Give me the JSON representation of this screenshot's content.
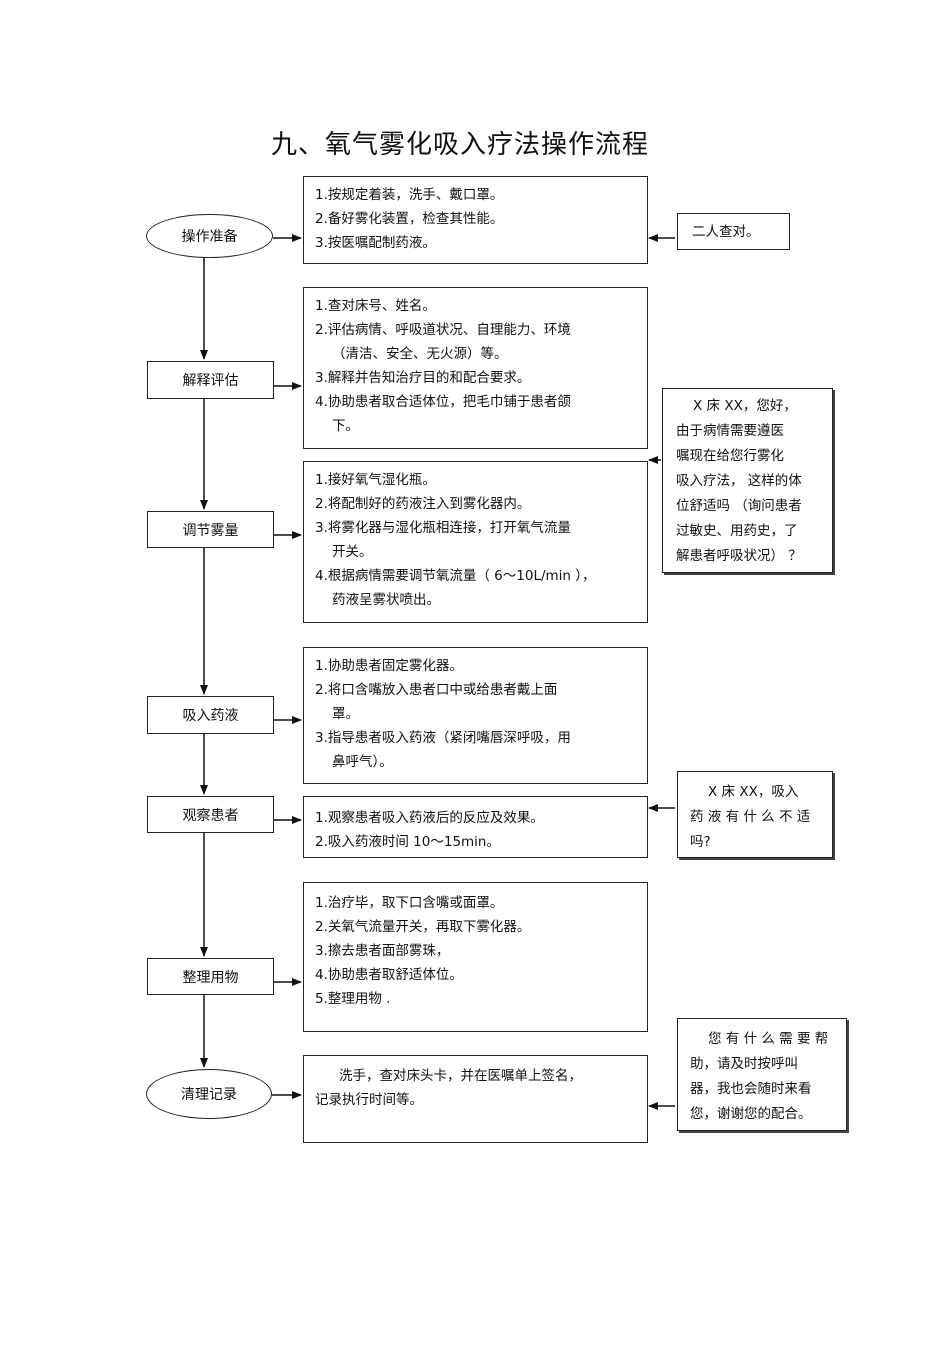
{
  "title": "九、氧气雾化吸入疗法操作流程",
  "steps": [
    {
      "label": "操作准备",
      "lines": [
        "1.按规定着装，洗手、戴口罩。",
        "2.备好雾化装置，检查其性能。",
        "3.按医嘱配制药液。"
      ]
    },
    {
      "label": "解释评估",
      "lines": [
        "1.查对床号、姓名。",
        "2.评估病情、呼吸道状况、自理能力、环境",
        "（清洁、安全、无火源）等。",
        "3.解释并告知治疗目的和配合要求。",
        "4.协助患者取合适体位，把毛巾铺于患者颌",
        "下。"
      ]
    },
    {
      "label": "调节雾量",
      "lines": [
        "1.接好氧气湿化瓶。",
        "2.将配制好的药液注入到雾化器内。",
        "3.将雾化器与湿化瓶相连接，打开氧气流量",
        "开关。",
        "4.根据病情需要调节氧流量（    6～10L/min ），",
        "药液呈雾状喷出。"
      ]
    },
    {
      "label": "吸入药液",
      "lines": [
        "1.协助患者固定雾化器。",
        "2.将口含嘴放入患者口中或给患者戴上面",
        "罩。",
        "3.指导患者吸入药液（紧闭嘴唇深呼吸，用",
        "鼻呼气）。"
      ]
    },
    {
      "label": "观察患者",
      "lines": [
        "1.观察患者吸入药液后的反应及效果。",
        "2.吸入药液时间    10～15min。"
      ]
    },
    {
      "label": "整理用物",
      "lines": [
        "1.治疗毕，取下口含嘴或面罩。",
        "2.关氧气流量开关，再取下雾化器。",
        "3.擦去患者面部雾珠，",
        "4.协助患者取舒适体位。",
        "5.整理用物  ."
      ]
    },
    {
      "label": "清理记录",
      "lines": [
        "洗手，查对床头卡，并在医嘱单上签名，",
        "记录执行时间等。"
      ]
    }
  ],
  "notes": [
    {
      "lines": [
        "二人查对。"
      ]
    },
    {
      "lines": [
        "X 床 XX，您好，",
        "由于病情需要遵医",
        "嘱现在给您行雾化",
        "吸入疗法，  这样的体",
        "位舒适吗 （询问患者",
        "过敏史、用药史，了",
        "解患者呼吸状况）  ？"
      ]
    },
    {
      "lines": [
        "X 床 XX，吸入",
        "药 液 有 什 么 不 适",
        "吗?"
      ]
    },
    {
      "lines": [
        "您 有 什 么 需 要 帮",
        "助，请及时按呼叫",
        "器，我也会随时来看",
        "您，谢谢您的配合。"
      ]
    }
  ]
}
